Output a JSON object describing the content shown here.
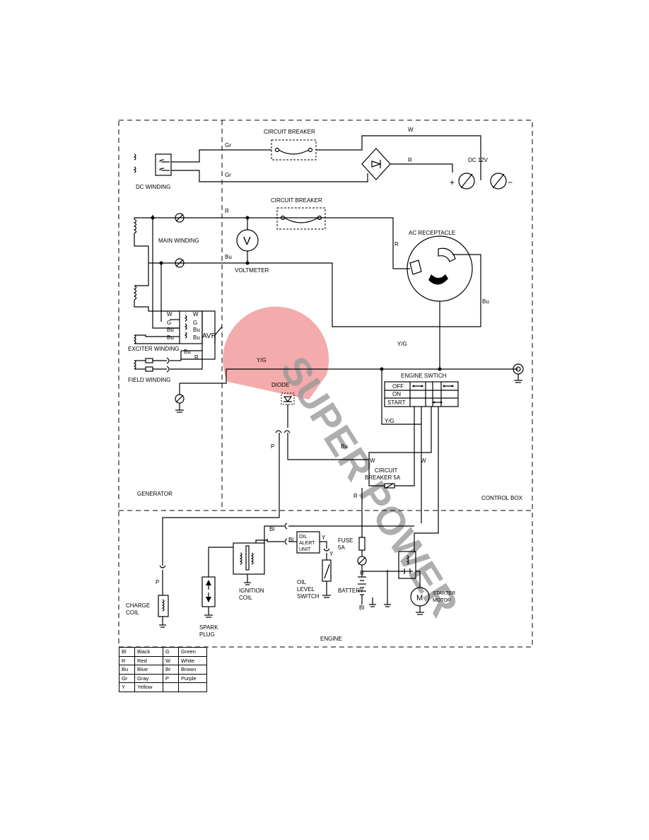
{
  "sections": {
    "generator": "GENERATOR",
    "control_box": "CONTROL BOX",
    "engine": "ENGINE"
  },
  "components": {
    "dc_winding": "DC WINDING",
    "circuit_breaker_dc": "CIRCUIT BREAKER",
    "circuit_breaker_ac": "CIRCUIT BREAKER",
    "dc_12v": "DC 12V",
    "plus": "+",
    "minus": "−",
    "main_winding": "MAIN WINDING",
    "voltmeter": "VOLTMETER",
    "voltmeter_symbol": "V",
    "ac_receptacle": "AC RECEPTACLE",
    "avr": "AVR",
    "exciter_winding": "EXCITER WINDING",
    "field_winding": "FIELD WINDING",
    "engine_switch": "ENGINE SWTICH",
    "switch_positions": [
      "OFF",
      "ON",
      "START"
    ],
    "diode": "DIODE",
    "circuit_breaker_5a": [
      "CIRCUIT",
      "BREAKER 5A"
    ],
    "oil_alert_unit": [
      "OIL",
      "ALERT",
      "UNIT"
    ],
    "fuse": [
      "FUSE",
      "5A"
    ],
    "oil_level_switch": [
      "OIL",
      "LEVEL",
      "SWITCH"
    ],
    "battery": "BATTERY",
    "starter_motor": [
      "STARTER",
      "MOTOR"
    ],
    "motor_symbol": "M",
    "ignition_coil": [
      "IGNITION",
      "COIL"
    ],
    "spark_plug": [
      "SPARK",
      "PLUG"
    ],
    "charge_coil": [
      "CHARGE",
      "COIL"
    ]
  },
  "wire_labels": {
    "gr_top": "Gr",
    "gr_bottom": "Gr",
    "w_top": "W",
    "r_bridge": "R",
    "r_main": "R",
    "bu_main": "Bu",
    "r_receptacle": "R",
    "bu_receptacle": "Bu",
    "yg_1": "Y/G",
    "yg_2": "Y/G",
    "yg_3": "Y/G",
    "avr_w": "W",
    "avr_g": "G",
    "avr_bu1": "Bu",
    "avr_bu2": "Bu",
    "avr_w_r": "W",
    "avr_g_r": "G",
    "avr_bu1_r": "Bu",
    "avr_bu2_r": "Bu",
    "field_bu": "Bu",
    "field_r": "R",
    "p_diode": "P",
    "bu_diode": "Bu",
    "w_diode": "W",
    "w_switch": "W",
    "r_cb": "R",
    "bl_1": "Bl",
    "bl_2": "Bl",
    "y_1": "Y",
    "y_2": "Y",
    "r_batt": "R",
    "bl_batt": "Bl",
    "p_charge": "P"
  },
  "watermark": "SUPER POWER",
  "legend": [
    [
      "Bl",
      "Black",
      "G",
      "Green"
    ],
    [
      "R",
      "Red",
      "W",
      "White"
    ],
    [
      "Bu",
      "Blue",
      "Br",
      "Brown"
    ],
    [
      "Gr",
      "Gray",
      "P",
      "Purple"
    ],
    [
      "Y",
      "Yellow",
      "",
      ""
    ]
  ]
}
